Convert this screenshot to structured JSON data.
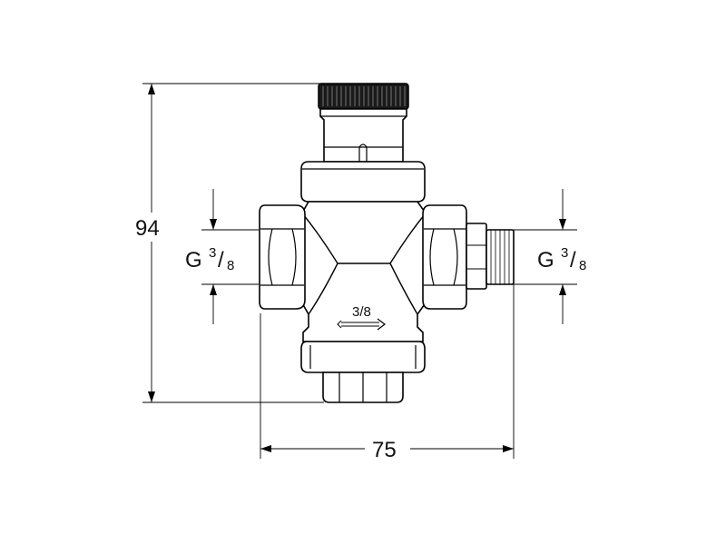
{
  "dimensions": {
    "height": "94",
    "width": "75"
  },
  "left_thread": {
    "prefix": "G",
    "numerator": "3",
    "slash": "/",
    "denominator": "8"
  },
  "right_thread": {
    "prefix": "G",
    "numerator": "3",
    "slash": "/",
    "denominator": "8"
  },
  "flow_marking": "3/8"
}
